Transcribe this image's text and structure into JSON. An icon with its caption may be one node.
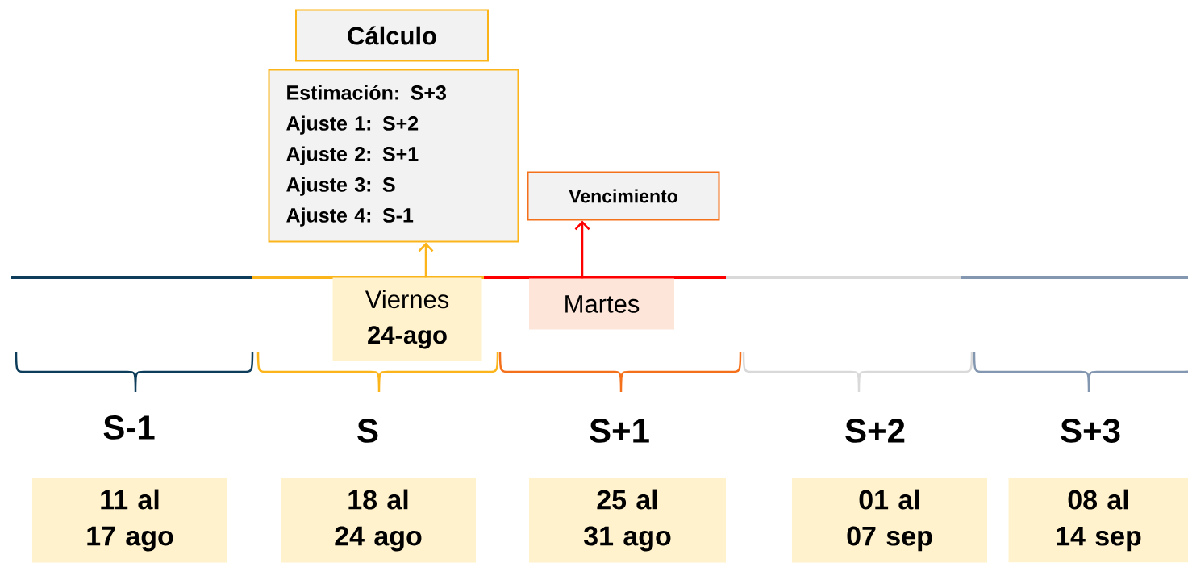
{
  "diagram": {
    "nodes": [
      {
        "text": [
          "Cálculo"
        ]
      },
      {
        "text": [
          "Estimación: S+3",
          "Ajuste 1: S+2",
          "Ajuste 2: S+1",
          "Ajuste 3: S",
          "Ajuste 4: S-1"
        ]
      },
      {
        "text": [
          "Vencimiento"
        ]
      },
      {
        "text": [
          "Viernes",
          "24-ago"
        ]
      },
      {
        "text": [
          "Martes"
        ]
      },
      {
        "text": [
          "11 al 17 ago"
        ]
      },
      {
        "text": [
          "18 al 24 ago"
        ]
      },
      {
        "text": [
          "25 al 31 ago"
        ]
      },
      {
        "text": [
          "01 al 07 sep"
        ]
      },
      {
        "text": [
          "08 al 14 sep"
        ]
      }
    ],
    "edges": [
      {
        "from": 3,
        "to": 1,
        "arrow": "to",
        "color": "#fbb51a"
      },
      {
        "from": 4,
        "to": 2,
        "arrow": "to",
        "color": "#ff0000"
      }
    ],
    "labels": [
      "S-1",
      "S",
      "S+1",
      "S+2",
      "S+3"
    ]
  }
}
